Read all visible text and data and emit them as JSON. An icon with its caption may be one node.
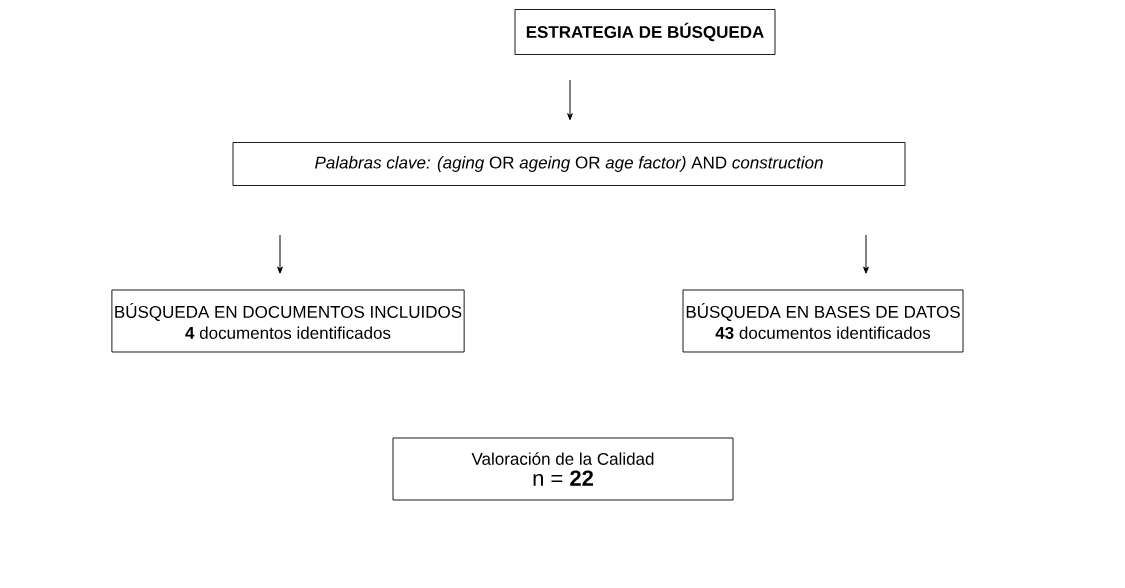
{
  "diagram": {
    "nodes": [
      {
        "text": [
          "ESTRATEGIA DE BÚSQUEDA"
        ]
      },
      {
        "text": [
          "*Palabras clave: (aging* OR *ageing* OR *age factor)* AND *construction*"
        ]
      },
      {
        "text": [
          "BÚSQUEDA EN DOCUMENTOS INCLUIDOS",
          "**4** documentos identificados"
        ]
      },
      {
        "text": [
          "BÚSQUEDA EN BASES DE DATOS",
          "**43** documentos identificados"
        ]
      },
      {
        "text": [
          "Valoración de la Calidad",
          "n = **22**"
        ]
      }
    ],
    "edges": [
      {
        "from": 0,
        "to": 1,
        "arrow": "to"
      },
      {
        "from": 1,
        "to": 2,
        "arrow": "to"
      },
      {
        "from": 1,
        "to": 3,
        "arrow": "to"
      }
    ]
  }
}
